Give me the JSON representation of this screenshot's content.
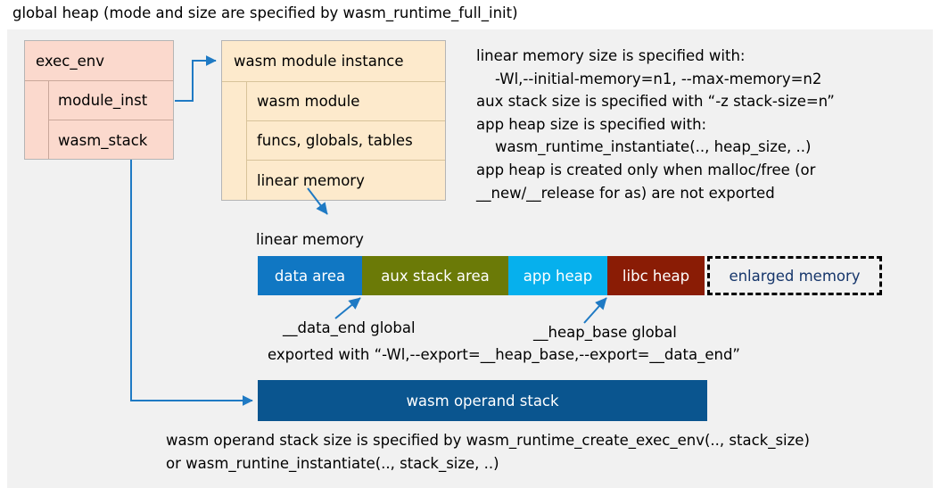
{
  "title": "global heap (mode and size are specified by wasm_runtime_full_init)",
  "exec_env": {
    "header": "exec_env",
    "fields": [
      {
        "label": "module_inst"
      },
      {
        "label": "wasm_stack"
      }
    ]
  },
  "wasm_module_instance": {
    "header": "wasm module instance",
    "fields": [
      {
        "label": "wasm module"
      },
      {
        "label": "funcs, globals, tables"
      },
      {
        "label": "linear memory"
      }
    ]
  },
  "notes": {
    "text": "linear memory size is specified with:\n    -Wl,--initial-memory=n1, --max-memory=n2\naux stack size is specified with “-z stack-size=n”\napp heap size is specified with:\n    wasm_runtime_instantiate(.., heap_size, ..)\napp heap is created only when malloc/free (or\n__new/__release for as) are not exported"
  },
  "linear_memory": {
    "caption": "linear memory",
    "segments": [
      {
        "label": "data area",
        "color": "#1077c3",
        "width": 117,
        "text_color": "#ffffff",
        "dashed": false
      },
      {
        "label": "aux stack area",
        "color": "#6b7a07",
        "width": 164,
        "text_color": "#ffffff",
        "dashed": false
      },
      {
        "label": "app heap",
        "color": "#06b0ed",
        "width": 111,
        "text_color": "#ffffff",
        "dashed": false
      },
      {
        "label": "libc heap",
        "color": "#8a1c05",
        "width": 109,
        "text_color": "#ffffff",
        "dashed": false
      },
      {
        "label": "enlarged memory",
        "color": "#f1f1f1",
        "width": 196,
        "text_color": "#16366b",
        "dashed": true
      }
    ],
    "annotations": {
      "data_end": "__data_end global",
      "heap_base": "__heap_base global",
      "exported": "exported with “-Wl,--export=__heap_base,--export=__data_end”"
    }
  },
  "operand_stack": {
    "label": "wasm operand stack",
    "color": "#0a558f",
    "footnote": "wasm operand stack size is specified by wasm_runtime_create_exec_env(.., stack_size)\nor wasm_runtine_instantiate(.., stack_size, ..)"
  },
  "colors": {
    "background": "#ffffff",
    "panel": "#f1f1f1",
    "exec_env_fill": "#fbd9cd",
    "module_fill": "#fdeacc",
    "connector": "#1f7ac4",
    "text": "#000000"
  }
}
